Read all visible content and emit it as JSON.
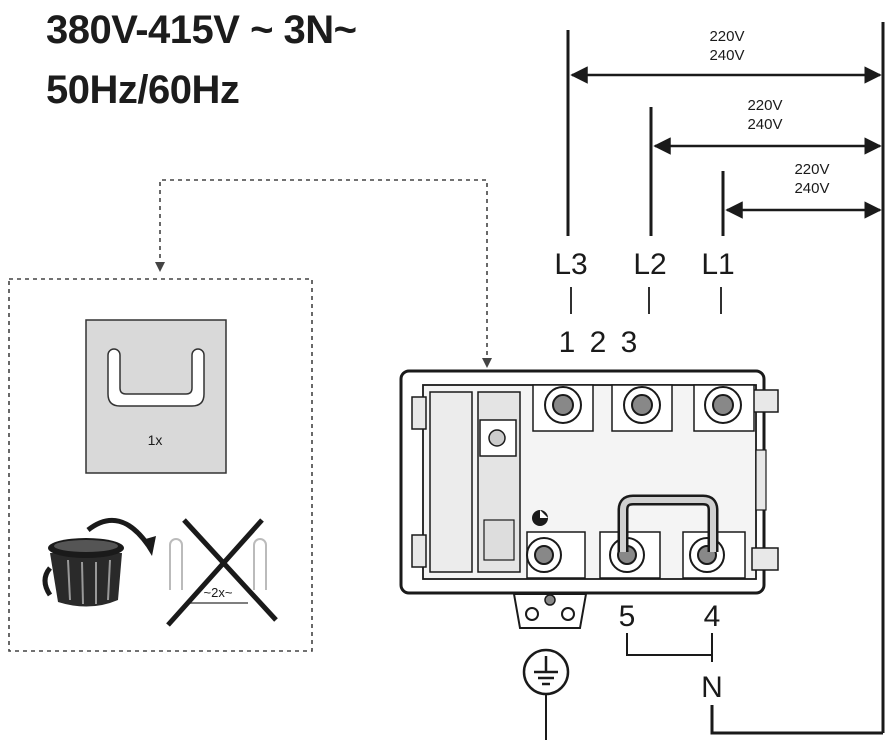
{
  "title": {
    "line1": "380V-415V ~   3N~",
    "line2": "50Hz/60Hz"
  },
  "voltage_labels": [
    {
      "top": "220V",
      "bottom": "240V"
    },
    {
      "top": "220V",
      "bottom": "240V"
    },
    {
      "top": "220V",
      "bottom": "240V"
    }
  ],
  "phases": {
    "l3": "L3",
    "l2": "L2",
    "l1": "L1"
  },
  "terminal_numbers": {
    "t1": "1",
    "t2": "2",
    "t3": "3",
    "t5": "5",
    "t4": "4"
  },
  "neutral": "N",
  "bridge_quantity": "1x",
  "discard_quantity": "~2x~",
  "icons": [
    "bridge-icon",
    "trash-bin-icon",
    "crossed-out-bridges-icon",
    "ground-symbol-icon",
    "terminal-block-icon"
  ],
  "colors": {
    "line": "#1a1a1a",
    "panel": "#d9d9d9",
    "dashed": "#444444"
  }
}
